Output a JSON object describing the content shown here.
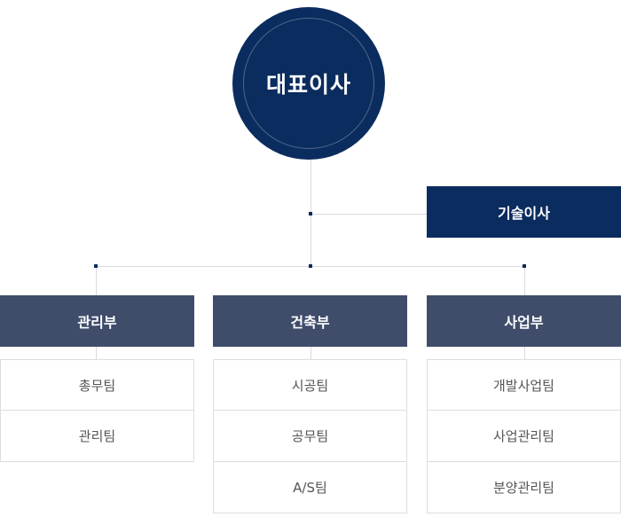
{
  "ceo": {
    "label": "대표이사"
  },
  "cto": {
    "label": "기술이사"
  },
  "departments": [
    {
      "label": "관리부",
      "teams": [
        "총무팀",
        "관리팀"
      ]
    },
    {
      "label": "건축부",
      "teams": [
        "시공팀",
        "공무팀",
        "A/S팀"
      ]
    },
    {
      "label": "사업부",
      "teams": [
        "개발사업팀",
        "사업관리팀",
        "분양관리팀"
      ]
    }
  ],
  "colors": {
    "primary_navy": "#0b2c5e",
    "department_slate": "#3f4d6b",
    "connector_gray": "#d6d9de",
    "team_border": "#dddddd",
    "team_text": "#555555"
  }
}
